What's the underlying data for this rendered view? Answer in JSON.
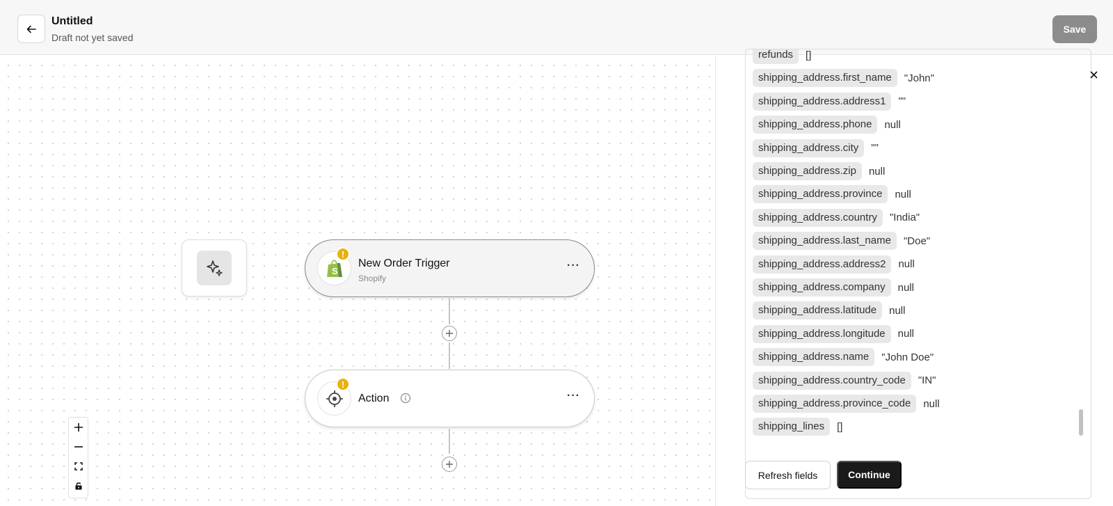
{
  "header": {
    "title": "Untitled",
    "subtitle": "Draft not yet saved",
    "save_label": "Save"
  },
  "canvas": {
    "trigger_node": {
      "title": "New Order Trigger",
      "subtitle": "Shopify",
      "warning": "!",
      "more": "···"
    },
    "action_node": {
      "title": "Action",
      "warning": "!",
      "more": "···"
    }
  },
  "panel": {
    "fields": [
      {
        "key": "refunds",
        "value": "[]"
      },
      {
        "key": "shipping_address.first_name",
        "value": "\"John\""
      },
      {
        "key": "shipping_address.address1",
        "value": "\"\""
      },
      {
        "key": "shipping_address.phone",
        "value": "null"
      },
      {
        "key": "shipping_address.city",
        "value": "\"\""
      },
      {
        "key": "shipping_address.zip",
        "value": "null"
      },
      {
        "key": "shipping_address.province",
        "value": "null"
      },
      {
        "key": "shipping_address.country",
        "value": "\"India\""
      },
      {
        "key": "shipping_address.last_name",
        "value": "\"Doe\""
      },
      {
        "key": "shipping_address.address2",
        "value": "null"
      },
      {
        "key": "shipping_address.company",
        "value": "null"
      },
      {
        "key": "shipping_address.latitude",
        "value": "null"
      },
      {
        "key": "shipping_address.longitude",
        "value": "null"
      },
      {
        "key": "shipping_address.name",
        "value": "\"John Doe\""
      },
      {
        "key": "shipping_address.country_code",
        "value": "\"IN\""
      },
      {
        "key": "shipping_address.province_code",
        "value": "null"
      },
      {
        "key": "shipping_lines",
        "value": "[]"
      }
    ],
    "refresh_label": "Refresh fields",
    "continue_label": "Continue"
  },
  "colors": {
    "warning": "#e8b10c",
    "primary_button": "#1a1a1a",
    "save_disabled": "#8c8c8c",
    "shopify_green": "#95bf47"
  },
  "icons": {
    "back": "arrow-left-icon",
    "ai": "sparkles-icon",
    "shopify": "shopify-bag-icon",
    "action": "target-icon",
    "info": "info-icon",
    "close": "close-icon"
  }
}
